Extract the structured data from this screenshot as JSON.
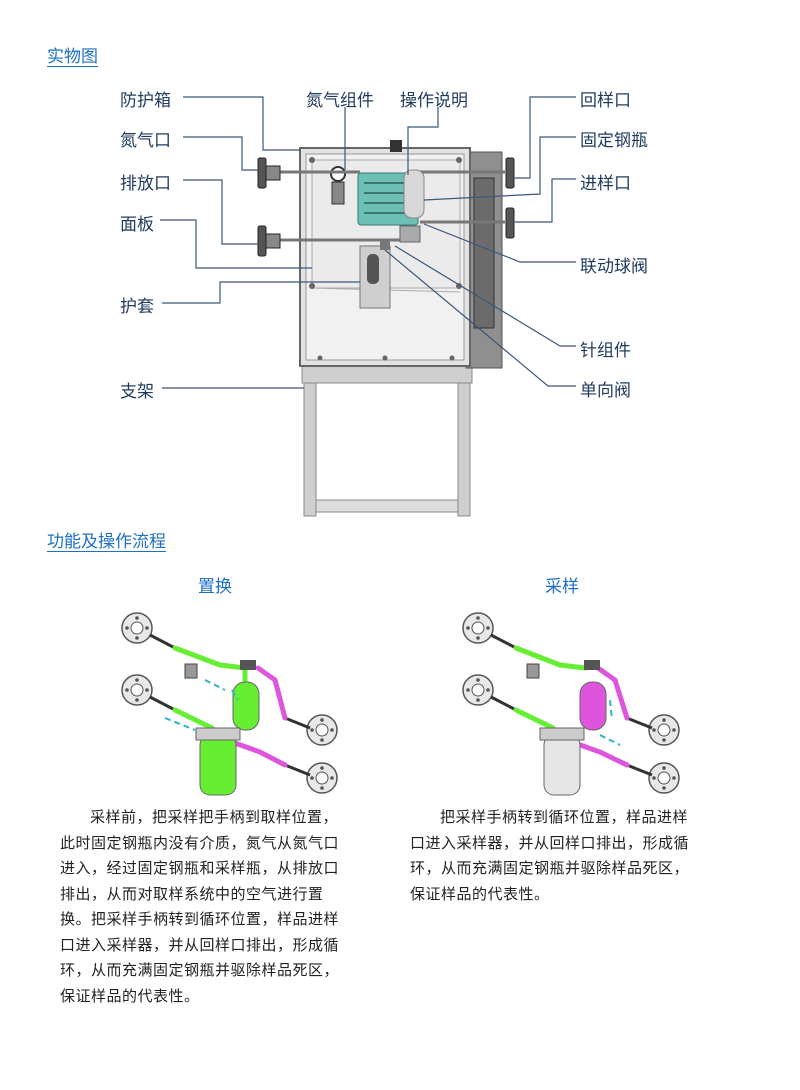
{
  "section1": {
    "title": "实物图"
  },
  "labels_left": {
    "box": "防护箱",
    "nitrogen_port": "氮气口",
    "drain_port": "排放口",
    "panel": "面板",
    "sleeve": "护套",
    "stand": "支架"
  },
  "labels_top": {
    "nitrogen_assembly": "氮气组件",
    "instructions": "操作说明"
  },
  "labels_right": {
    "return_port": "回样口",
    "fixed_cylinder": "固定钢瓶",
    "inlet_port": "进样口",
    "linked_ball_valve": "联动球阀",
    "needle_assembly": "针组件",
    "check_valve": "单向阀"
  },
  "section2": {
    "title": "功能及操作流程"
  },
  "modes": {
    "purge": {
      "title": "置换",
      "text": [
        "采样前，把采样把手柄到取样位置，",
        "此时固定钢瓶内没有介质，氮气从氮气口",
        "进入，经过固定钢瓶和采样瓶，从排放口",
        "排出，从而对取样系统中的空气进行置",
        "换。把采样手柄转到循环位置，样品进样",
        "口进入采样器，并从回样口排出，形成循",
        "环，从而充满固定钢瓶并驱除样品死区，",
        "保证样品的代表性。"
      ]
    },
    "sampling": {
      "title": "采样",
      "text": [
        "把采样手柄转到循环位置，样品进样",
        "口进入采样器，并从回样口排出，形成循",
        "环，从而充满固定钢瓶并驱除样品死区，",
        "保证样品的代表性。"
      ]
    }
  },
  "colors": {
    "accent": "#1e6fc9",
    "label": "#1f3a5f",
    "green": "#66ee33",
    "magenta": "#dd55dd",
    "cyan": "#2bb5c9"
  }
}
